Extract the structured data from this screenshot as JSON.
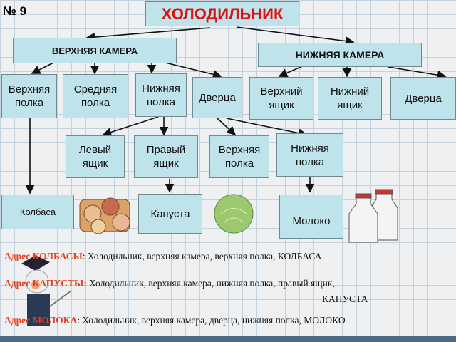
{
  "number": "№ 9",
  "root": "ХОЛОДИЛЬНИК",
  "cameras": {
    "upper": "ВЕРХНЯЯ КАМЕРА",
    "lower": "НИЖНЯЯ КАМЕРА"
  },
  "upper_parts": [
    "Верхняя\nполка",
    "Средняя\nполка",
    "Нижняя\nполка",
    "Дверца"
  ],
  "lower_parts": [
    "Верхний\nящик",
    "Нижний\nящик",
    "Дверца"
  ],
  "level3": [
    "Левый\nящик",
    "Правый\nящик",
    "Верхняя\nполка",
    "Нижняя\nполка"
  ],
  "items": [
    "Колбаса",
    "Капуста",
    "Молоко"
  ],
  "addresses": [
    {
      "label": "Адрес КОЛБАСЫ",
      "text": ": Холодильник, верхняя камера, верхняя полка, КОЛБАСА"
    },
    {
      "label": "Адрес КАПУСТЫ:",
      "text": " Холодильник, верхняя камера, нижняя полка, правый ящик,",
      "cont": "КАПУСТА"
    },
    {
      "label": "Адрес МОЛОКА",
      "text": ": Холодильник, верхняя камера, дверца, нижняя полка, МОЛОКО"
    }
  ]
}
